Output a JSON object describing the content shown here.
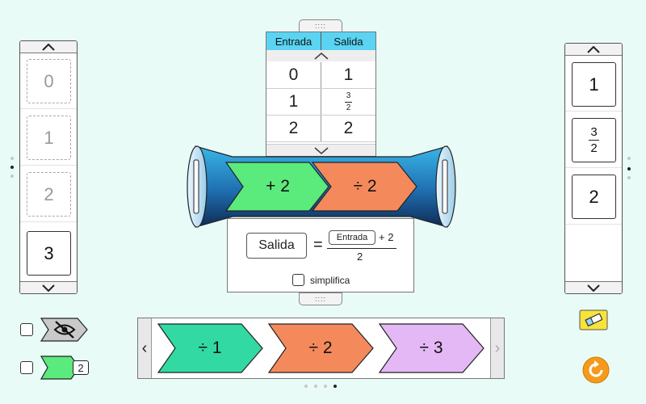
{
  "left_column": {
    "cards": [
      {
        "value": "0",
        "style": "ghost"
      },
      {
        "value": "1",
        "style": "ghost"
      },
      {
        "value": "2",
        "style": "ghost"
      },
      {
        "value": "3",
        "style": "solid"
      }
    ]
  },
  "right_column": {
    "cards": [
      {
        "value": "1"
      },
      {
        "num": "3",
        "den": "2"
      },
      {
        "value": "2"
      }
    ]
  },
  "io_table": {
    "headers": [
      "Entrada",
      "Salida"
    ],
    "rows": [
      {
        "input": "0",
        "output": "1"
      },
      {
        "input": "1",
        "output_num": "3",
        "output_den": "2"
      },
      {
        "input": "2",
        "output": "2"
      }
    ],
    "handle_text": "::::"
  },
  "machine": {
    "steps": [
      {
        "label": "+ 2",
        "color": "#5bea7c"
      },
      {
        "label": "÷ 2",
        "color": "#f48a5c"
      }
    ]
  },
  "formula": {
    "lhs": "Salida",
    "equals": "=",
    "numerator_box": "Entrada",
    "numerator_rest": "+ 2",
    "denominator": "2",
    "simplify_label": "simplifica"
  },
  "palette": {
    "items": [
      {
        "label": "÷ 1",
        "color": "#32d9a2"
      },
      {
        "label": "÷ 2",
        "color": "#f48a5c"
      },
      {
        "label": "÷ 3",
        "color": "#e4b8f5"
      }
    ],
    "prev": "‹",
    "next": "›"
  },
  "toggles": {
    "hide_label": "hidden-eye",
    "count_badge": "2",
    "count_color": "#5bea7c"
  },
  "colors": {
    "table_header": "#5ad4f2",
    "tube_light": "#38b6e8",
    "tube_dark": "#0e2b55",
    "eraser": "#f7e33a",
    "reset": "#f59a1a"
  }
}
